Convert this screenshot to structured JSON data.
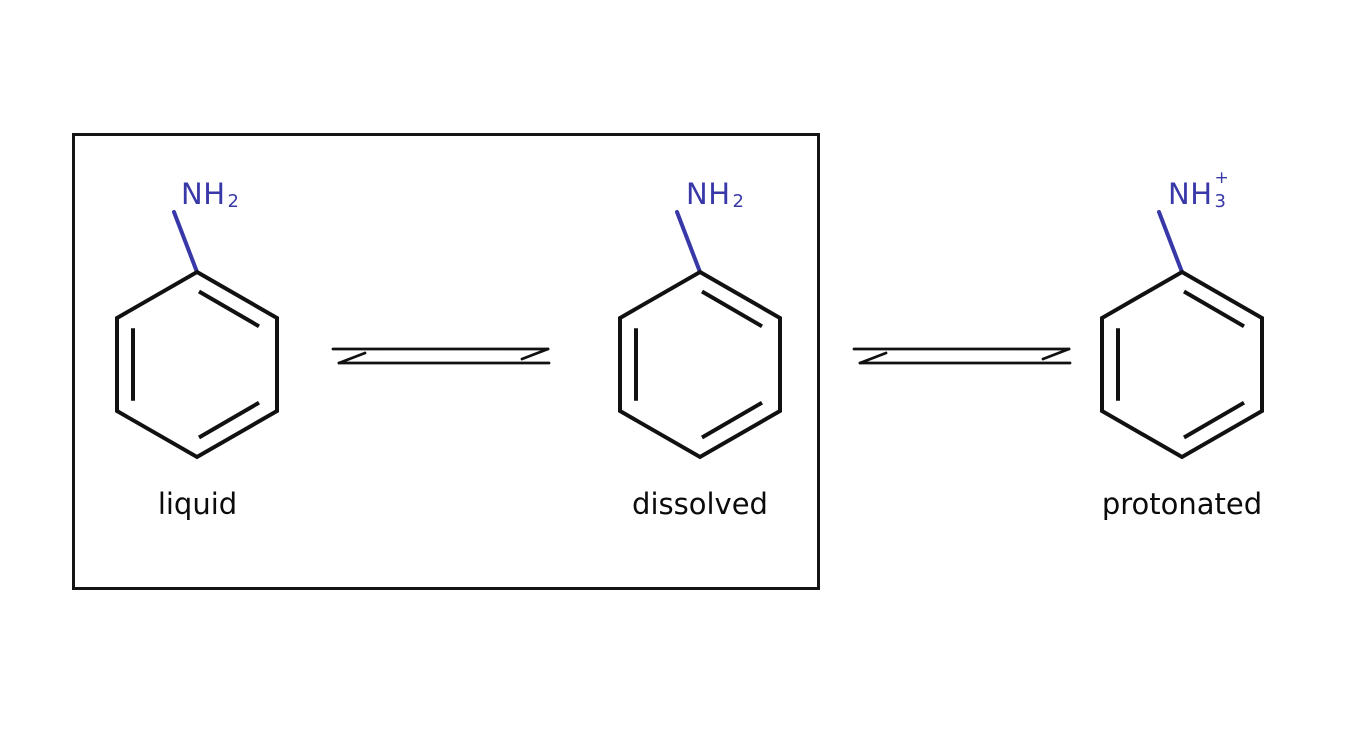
{
  "figure": {
    "description": "Equilibrium diagram of aniline phases: liquid and dissolved aniline inside a boundary box, protonated anilinium outside",
    "colors": {
      "background": "#ffffff",
      "bond": "#111111",
      "amine": "#3838a8"
    },
    "species": [
      {
        "id": "liquid",
        "amine_main": "NH",
        "amine_sub": "2",
        "amine_sup": "",
        "state_label": "liquid"
      },
      {
        "id": "dissolved",
        "amine_main": "NH",
        "amine_sub": "2",
        "amine_sup": "",
        "state_label": "dissolved"
      },
      {
        "id": "protonated",
        "amine_main": "NH",
        "amine_sub": "3",
        "amine_sup": "+",
        "state_label": "protonated"
      }
    ],
    "arrows": [
      {
        "id": "liquid-dissolved-equilibrium",
        "type": "equilibrium"
      },
      {
        "id": "dissolved-protonated-equilibrium",
        "type": "equilibrium"
      }
    ]
  }
}
